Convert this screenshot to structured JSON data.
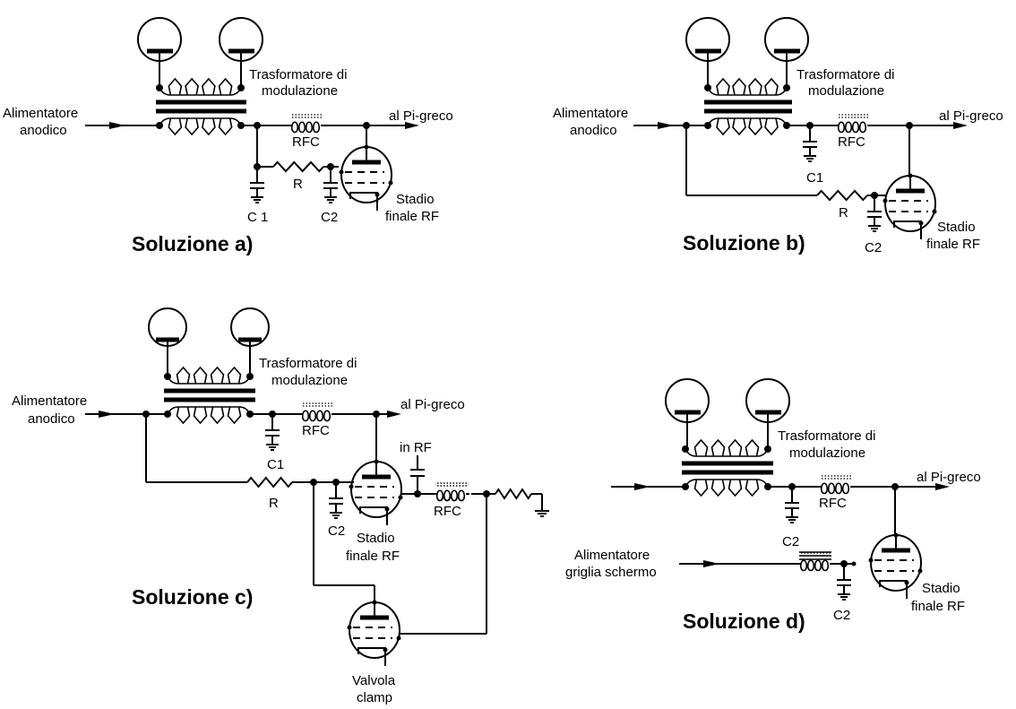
{
  "diagram": {
    "panels": [
      {
        "id": "a",
        "title": "Soluzione a)",
        "labels": {
          "transformer": [
            "Trasformatore di",
            "modulazione"
          ],
          "supply": [
            "Alimentatore",
            "anodico"
          ],
          "output": "al Pi-greco",
          "rfc": "RFC",
          "c1": "C 1",
          "c2": "C2",
          "r": "R",
          "tube": [
            "Stadio",
            "finale RF"
          ]
        }
      },
      {
        "id": "b",
        "title": "Soluzione b)",
        "labels": {
          "transformer": [
            "Trasformatore di",
            "modulazione"
          ],
          "supply": [
            "Alimentatore",
            "anodico"
          ],
          "output": "al Pi-greco",
          "rfc": "RFC",
          "c1": "C1",
          "c2": "C2",
          "r": "R",
          "tube": [
            "Stadio",
            "finale RF"
          ]
        }
      },
      {
        "id": "c",
        "title": "Soluzione c)",
        "labels": {
          "transformer": [
            "Trasformatore di",
            "modulazione"
          ],
          "supply": [
            "Alimentatore",
            "anodico"
          ],
          "output": "al Pi-greco",
          "rfc": "RFC",
          "rfc2": "RFC",
          "in_rf": "in RF",
          "c1": "C1",
          "c2": "C2",
          "r": "R",
          "tube": [
            "Stadio",
            "finale RF"
          ],
          "clamp": [
            "Valvola",
            "clamp"
          ]
        }
      },
      {
        "id": "d",
        "title": "Soluzione d)",
        "labels": {
          "transformer": [
            "Trasformatore di",
            "modulazione"
          ],
          "screen_supply": [
            "Alimentatore",
            "griglia schermo"
          ],
          "output": "al Pi-greco",
          "rfc": "RFC",
          "c2_top": "C2",
          "c2_bottom": "C2",
          "tube": [
            "Stadio",
            "finale RF"
          ]
        }
      }
    ]
  }
}
